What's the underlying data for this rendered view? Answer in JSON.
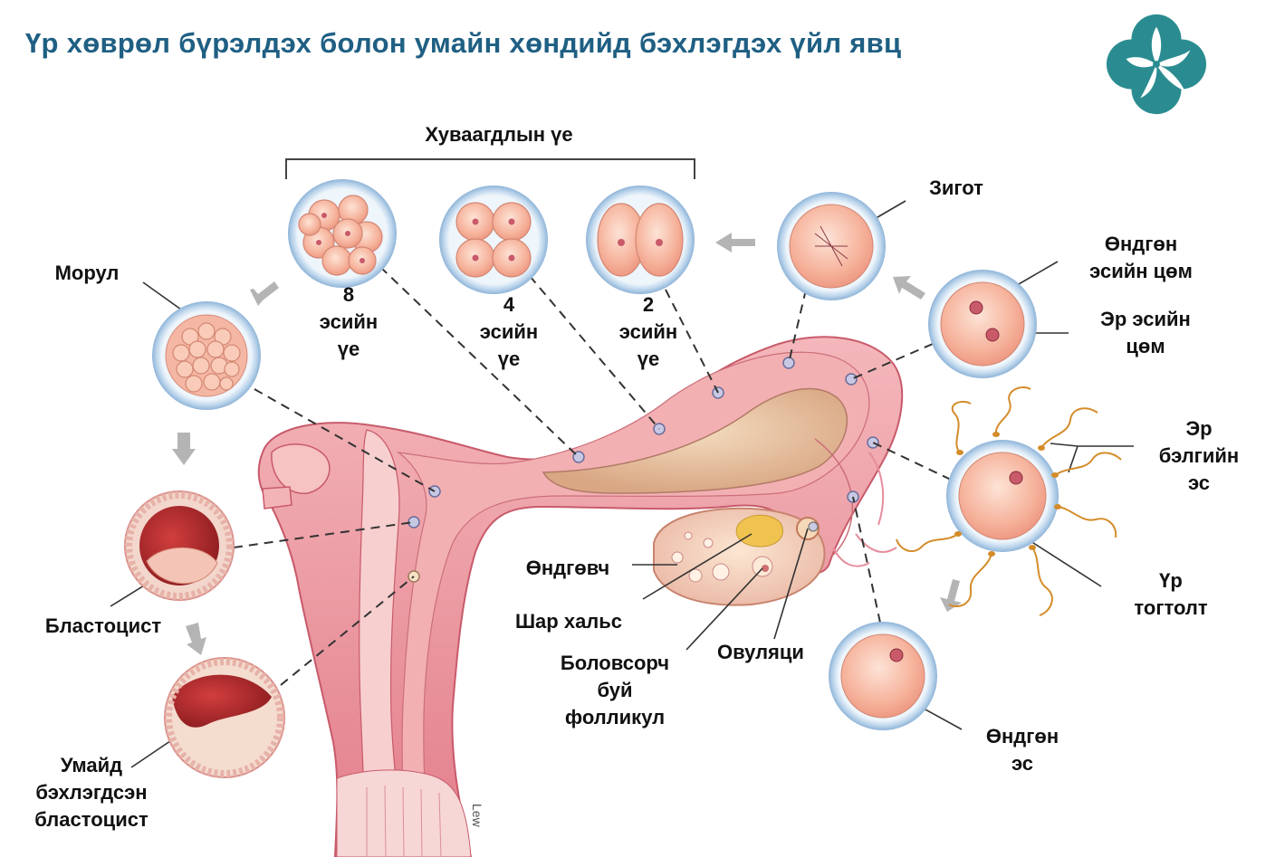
{
  "title": "Үр хөврөл бүрэлдэх болон умайн хөндийд бэхлэгдэх үйл явц",
  "colors": {
    "title": "#1f5f83",
    "logo": "#2a8c90",
    "tissue": "#e8838f",
    "tissue_light": "#f5c3c3",
    "cell": "#f2a58e",
    "membrane": "#bcd5ec",
    "leader": "#333333",
    "arrow": "#b0b0b0"
  },
  "labels": {
    "cleavage_stage": "Хуваагдлын үе",
    "zygote": "Зигот",
    "morula": "Морул",
    "eight_cell": "8\nэсийн\nүе",
    "four_cell": "4\nэсийн\nүе",
    "two_cell": "2\nэсийн\nүе",
    "female_pronucleus": "Өндгөн\nэсийн цөм",
    "male_pronucleus": "Эр эсийн\nцөм",
    "sperm": "Эр\nбэлгийн\nэс",
    "fertilization": "Үр\nтогтолт",
    "oocyte": "Өндгөн\nэс",
    "ovary": "Өндгөвч",
    "corpus_luteum": "Шар хальс",
    "mature_follicle": "Боловсорч\nбуй\nфолликул",
    "ovulation": "Овуляци",
    "blastocyst": "Бластоцист",
    "implanted_blastocyst": "Умайд\nбэхлэгдсэн\nбластоцист",
    "artist_signature": "Lew"
  },
  "icons": [
    "logo-flower-icon"
  ]
}
